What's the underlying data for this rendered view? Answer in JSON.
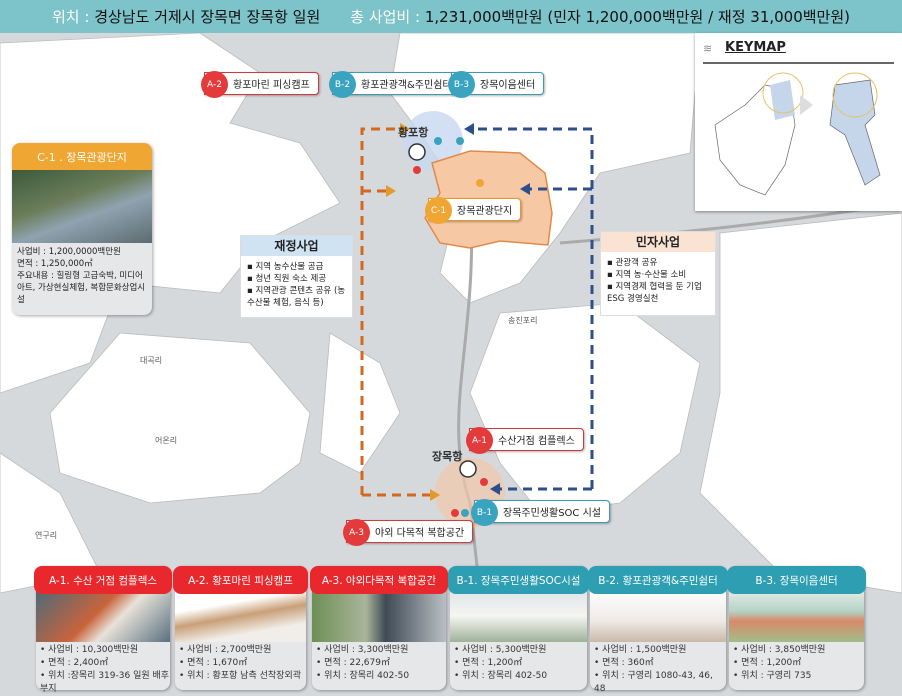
{
  "header": {
    "location_label": "위치 :",
    "location": "경상남도 거제시 장목면 장목항 일원",
    "cost_label": "총 사업비 :",
    "cost": "1,231,000백만원 (민자 1,200,000백만원 / 재정 31,000백만원)"
  },
  "map": {
    "places": [
      "대곡리",
      "어온리",
      "연구리",
      "송진포리"
    ],
    "ports": {
      "hwangpo": "황포항",
      "jangmok": "장목항"
    },
    "markers": [
      {
        "code": "A-2",
        "label": "황포마린 피싱캠프"
      },
      {
        "code": "B-2",
        "label": "황포관광객&주민쉼터"
      },
      {
        "code": "B-3",
        "label": "장목이음센터"
      },
      {
        "code": "C-1",
        "label": "장목관광단지"
      },
      {
        "code": "A-1",
        "label": "수산거점 컴플렉스"
      },
      {
        "code": "B-1",
        "label": "장목주민생활SOC 시설"
      },
      {
        "code": "A-3",
        "label": "야외 다목적 복합공간"
      }
    ]
  },
  "c1_card": {
    "title": "C-1 . 장목관광단지",
    "lines": [
      "사업비 : 1,200,0000백만원",
      "면적 : 1,250,000㎡",
      "주요내용 : 힐링형 고급숙박, 미디어아트, 가상현실체험, 복합문화상업시설"
    ]
  },
  "public_box": {
    "title": "재정사업",
    "items": [
      "지역 농수산물 공급",
      "청년 직원 숙소 제공",
      "지역관광 콘텐츠 공유 (농수산물 체험, 음식 등)"
    ]
  },
  "private_box": {
    "title": "민자사업",
    "items": [
      "관광객 공유",
      "지역 농·수산물 소비",
      "지역경제 협력을 둔 기업 ESG 경영실천"
    ]
  },
  "keymap": {
    "title": "KEYMAP"
  },
  "cards": [
    {
      "title": "A-1. 수산 거점 컴플렉스",
      "lines": [
        "사업비 : 10,300백만원",
        "면적 : 2,400㎡",
        "위치 :장목리 319-36 일원 배후부지"
      ]
    },
    {
      "title": "A-2. 황포마린 피싱캠프",
      "lines": [
        "사업비 : 2,700백만원",
        "면적 : 1,670㎡",
        "위치 : 황포항 남측 선착장외곽"
      ]
    },
    {
      "title": "A-3. 야외다목적 복합공간",
      "lines": [
        "사업비 : 3,300백만원",
        "면적 : 22,679㎡",
        "위치 : 장목리 402-50"
      ]
    },
    {
      "title": "B-1. 장목주민생활SOC시설",
      "lines": [
        "사업비 : 5,300백만원",
        "면적 : 1,200㎡",
        "위치 : 장목리 402-50"
      ]
    },
    {
      "title": "B-2. 황포관광객&주민쉼터",
      "lines": [
        "사업비 : 1,500백만원",
        "면적 : 360㎡",
        "위치 : 구영리 1080-43, 46, 48"
      ]
    },
    {
      "title": "B-3. 장목이음센터",
      "lines": [
        "사업비 : 3,850백만원",
        "면적 : 1,200㎡",
        "위치 : 구영리 735"
      ]
    }
  ],
  "colors": {
    "header": "#7cc3ca",
    "red": "#e8282c",
    "blue": "#2e9fb2",
    "orange": "#efa632",
    "sea": "#d6d9dc",
    "land": "#ffffff"
  }
}
